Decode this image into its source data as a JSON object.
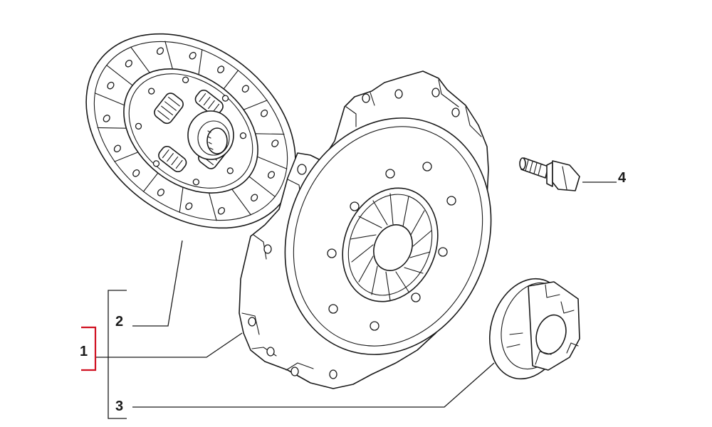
{
  "callouts": {
    "n1": "1",
    "n2": "2",
    "n3": "3",
    "n4": "4"
  },
  "colors": {
    "line": "#1a1a1a",
    "bracket": "#d01020",
    "background": "#ffffff"
  },
  "parts": {
    "clutch_disc": "disc-icon",
    "pressure_plate": "pressure-plate-icon",
    "release_bearing": "bearing-icon",
    "bolt": "bolt-icon"
  }
}
